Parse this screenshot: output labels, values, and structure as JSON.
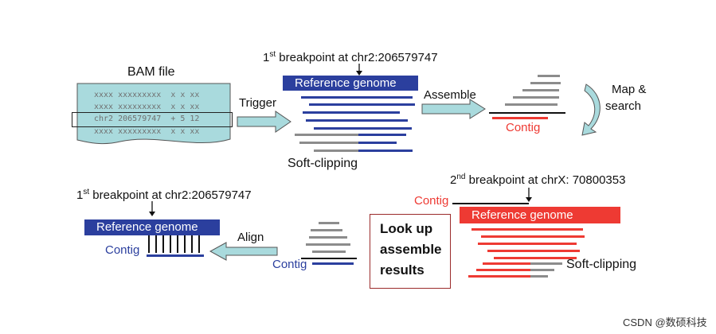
{
  "bam": {
    "title": "BAM file",
    "rows": [
      "xxxx xxxxxxxxx  x x xx",
      "xxxx xxxxxxxxx  x x xx",
      "chr2 206579747  + 5 12",
      "xxxx xxxxxxxxx  x x xx"
    ]
  },
  "step1": {
    "breakpoint_prefix": "1",
    "breakpoint_sup": "st",
    "breakpoint_rest": " breakpoint at chr2:206579747",
    "reference": "Reference  genome",
    "softclip": "Soft-clipping"
  },
  "arrows": {
    "trigger": "Trigger",
    "assemble": "Assemble",
    "map": "Map &",
    "search": "search",
    "align": "Align"
  },
  "contig_labels": {
    "top": "Contig",
    "right": "Contig",
    "bottom_mid": "Contig",
    "bottom_left": "Contig"
  },
  "step2": {
    "breakpoint_prefix": "2",
    "breakpoint_sup": "nd",
    "breakpoint_rest": " breakpoint at chrX: 70800353",
    "reference": "Reference  genome",
    "softclip": "Soft-clipping"
  },
  "lookup": {
    "line1": "Look up",
    "line2": "assemble",
    "line3": "results"
  },
  "final": {
    "breakpoint_prefix": "1",
    "breakpoint_sup": "st",
    "breakpoint_rest": " breakpoint at chr2:206579747",
    "reference": "Reference  genome"
  },
  "watermark": "CSDN @数硕科技",
  "colors": {
    "blue": "#2b3f9e",
    "red": "#ee3a33",
    "grey": "#8c8c8c",
    "teal": "#a9dadd",
    "dark_red": "#9b2b2b"
  }
}
